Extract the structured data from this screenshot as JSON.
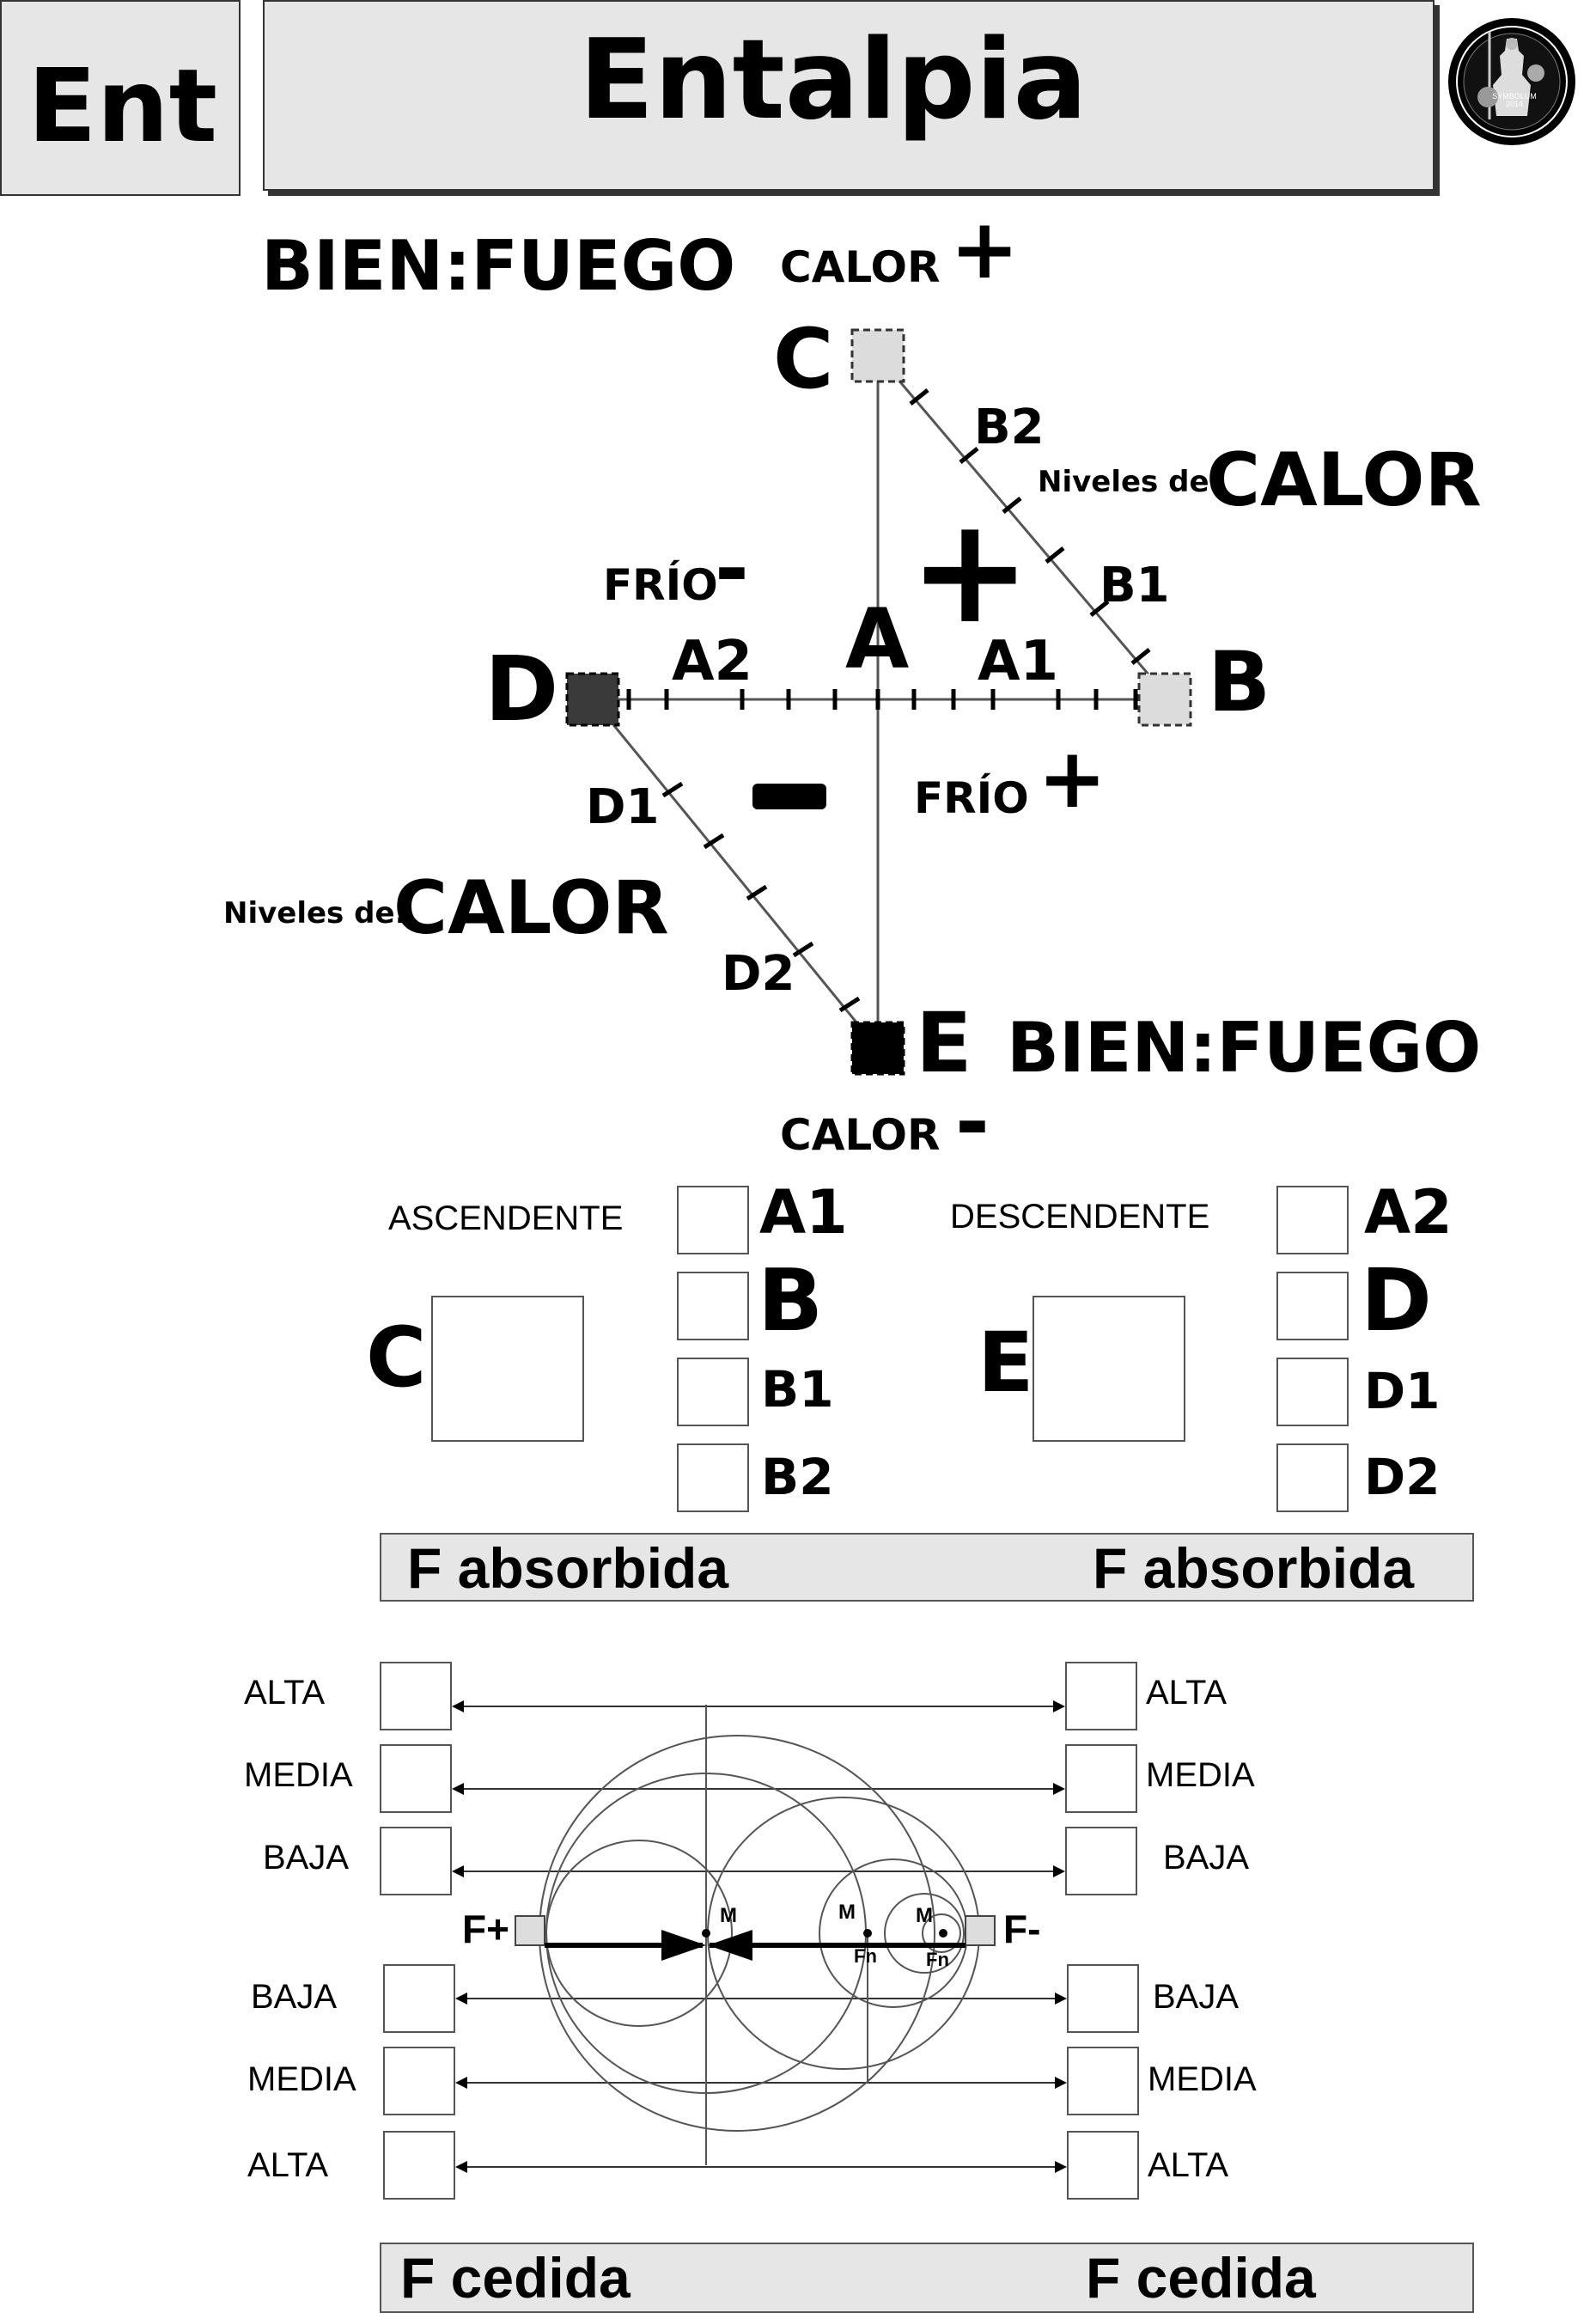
{
  "header": {
    "code": "Ent",
    "title": "Entalpia",
    "seal_text": "SYMBOLUM 2014"
  },
  "triangle": {
    "top_left_label": "BIEN:FUEGO",
    "calor_top": "CALOR",
    "calor_top_sign": "+",
    "vertex_c": "C",
    "b2": "B2",
    "niveles_right_prefix": "Niveles de:",
    "niveles_right_word": "CALOR",
    "frio_minus": "FRÍO",
    "frio_minus_sign": "-",
    "center_plus": "+",
    "b1": "B1",
    "a2": "A2",
    "vertex_a": "A",
    "a1": "A1",
    "vertex_d": "D",
    "vertex_b": "B",
    "d1": "D1",
    "center_minus": "-",
    "frio_plus": "FRÍO",
    "frio_plus_sign": "+",
    "niveles_left_prefix": "Niveles de:",
    "niveles_left_word": "CALOR",
    "d2": "D2",
    "vertex_e": "E",
    "bottom_right_label": "BIEN:FUEGO",
    "calor_bottom": "CALOR",
    "calor_bottom_sign": "-"
  },
  "selection": {
    "ascendente": "ASCENDENTE",
    "descendente": "DESCENDENTE",
    "left_big": "C",
    "right_big": "E",
    "left_options": [
      "A1",
      "B",
      "B1",
      "B2"
    ],
    "right_options": [
      "A2",
      "D",
      "D1",
      "D2"
    ]
  },
  "absorbida_bar": {
    "left": "F absorbida",
    "right": "F absorbida"
  },
  "levels": {
    "upper": [
      "ALTA",
      "MEDIA",
      "BAJA"
    ],
    "lower": [
      "BAJA",
      "MEDIA",
      "ALTA"
    ],
    "f_plus": "F+",
    "f_minus": "F-",
    "m1": "M",
    "m2": "M",
    "m3": "M",
    "fn1": "Fn",
    "fn2": "Fn"
  },
  "cedida_bar": {
    "left": "F cedida",
    "right": "F cedida"
  }
}
